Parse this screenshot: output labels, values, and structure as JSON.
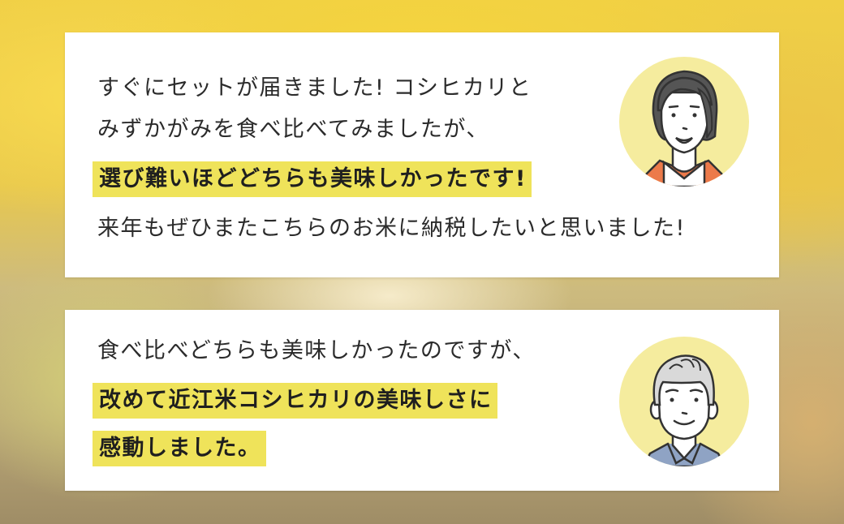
{
  "testimonials": [
    {
      "avatar": "woman-avatar-icon",
      "lines": [
        {
          "text": "すぐにセットが届きました! コシヒカリと",
          "highlight": false
        },
        {
          "text": "みずかがみを食べ比べてみましたが、",
          "highlight": false
        },
        {
          "text": "選び難いほどどちらも美味しかったです!",
          "highlight": true
        },
        {
          "text": "来年もぜひまたこちらのお米に納税したいと思いました!",
          "highlight": false
        }
      ]
    },
    {
      "avatar": "man-avatar-icon",
      "lines": [
        {
          "text": "食べ比べどちらも美味しかったのですが、",
          "highlight": false
        },
        {
          "text": "改めて近江米コシヒカリの美味しさに",
          "highlight": true
        },
        {
          "text": "感動しました。",
          "highlight": true
        }
      ]
    }
  ],
  "colors": {
    "highlight": "#efe35a",
    "avatar_bg": "#f5ec9e",
    "text": "#2b2b2b",
    "card_bg": "#ffffff"
  }
}
